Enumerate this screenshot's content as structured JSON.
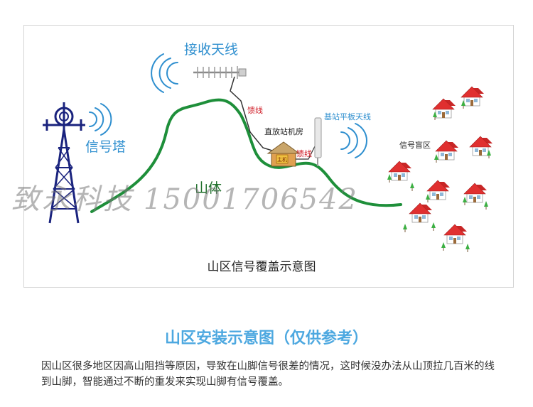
{
  "diagram": {
    "receive_antenna_label": "接收天线",
    "tower_label": "信号塔",
    "mountain_label": "山体",
    "feeder_label_upper": "馈线",
    "feeder_label_lower": "馈线",
    "repeater_room_label": "直放站机房",
    "host_label": "主机",
    "panel_antenna_label": "基站平板天线",
    "blind_zone_label": "信号盲区",
    "caption": "山区信号覆盖示意图",
    "colors": {
      "mountain": "#1e8f3a",
      "tower": "#1a237e",
      "wave": "#2f8fcf",
      "house_roof": "#e03030",
      "tree": "#3cb043"
    }
  },
  "watermark": {
    "text": "致永科技",
    "number": "15001706542"
  },
  "section": {
    "title": "山区安装示意图（仅供参考）",
    "description": "因山区很多地区因高山阻挡等原因，导致在山脚信号很差的情况，这时候没办法从山顶拉几百米的线到山脚，智能通过不断的重发来实现山脚有信号覆盖。"
  }
}
